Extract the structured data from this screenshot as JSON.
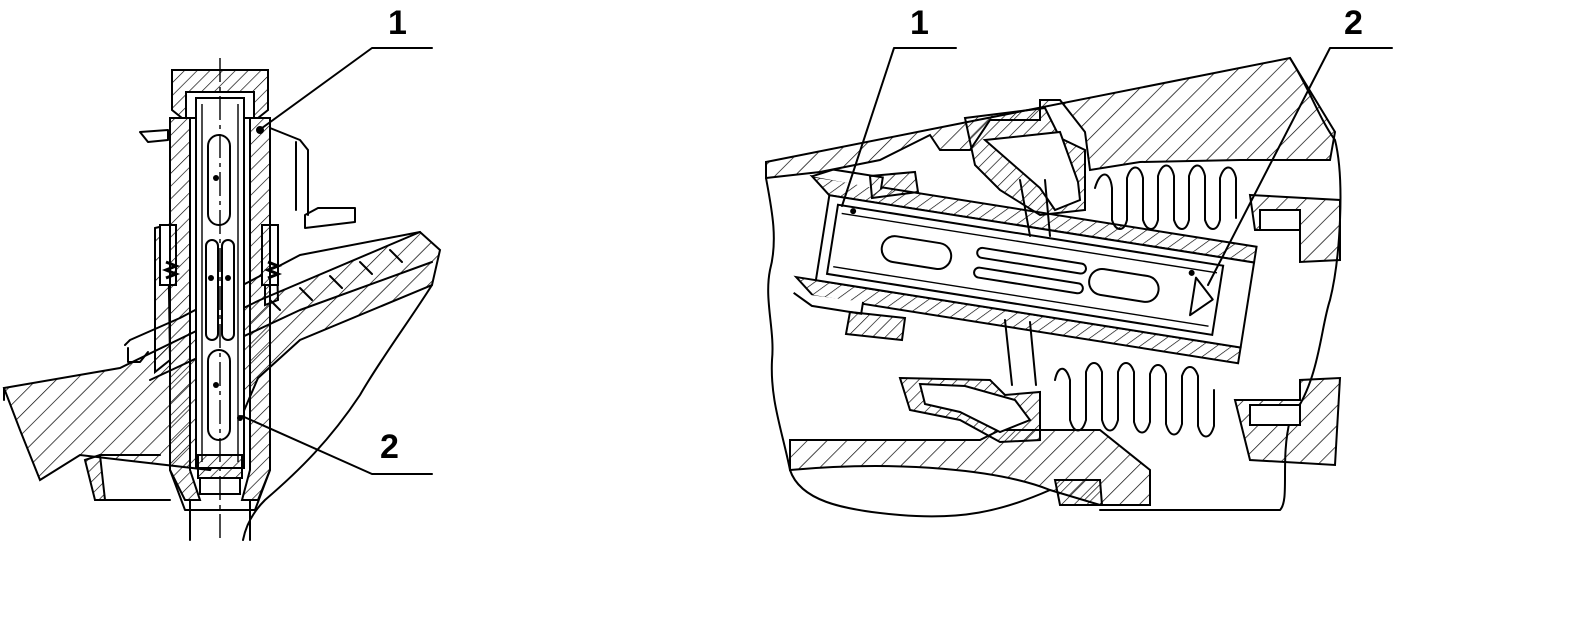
{
  "figure_left": {
    "callouts": [
      {
        "number": "1"
      },
      {
        "number": "2"
      }
    ]
  },
  "figure_right": {
    "callouts": [
      {
        "number": "1"
      },
      {
        "number": "2"
      }
    ]
  },
  "colors": {
    "ink": "#000000",
    "paper": "#ffffff"
  }
}
